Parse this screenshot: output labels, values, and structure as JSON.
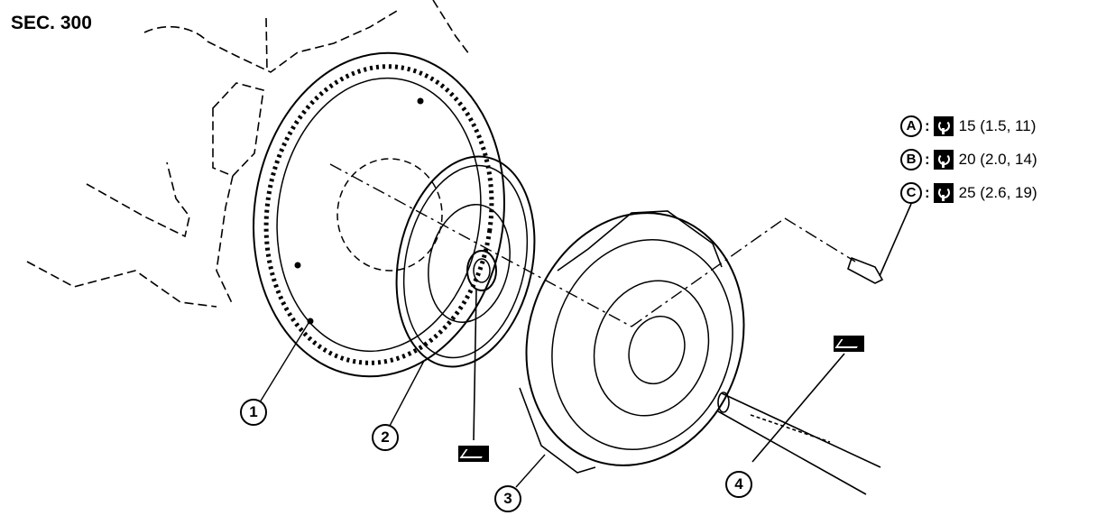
{
  "section_label": "SEC. 300",
  "torque_specs": [
    {
      "letter": "A",
      "value": "15 (1.5, 11)"
    },
    {
      "letter": "B",
      "value": "20 (2.0, 14)"
    },
    {
      "letter": "C",
      "value": "25 (2.6, 19)"
    }
  ],
  "callouts": [
    "1",
    "2",
    "3",
    "4"
  ],
  "icons": {
    "torque": "torque-wrench-icon",
    "lubricate": "grease-apply-icon"
  }
}
